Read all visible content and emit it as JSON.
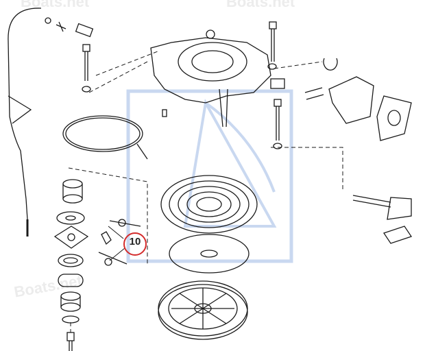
{
  "watermarks": [
    "Boats.net",
    "Boats.net",
    "Boats.net"
  ],
  "callout": {
    "label": "10",
    "color": "#d42b2b"
  },
  "colors": {
    "line": "#1a1a1a",
    "logo": "#c9d8f0",
    "watermark": "#ececec"
  }
}
